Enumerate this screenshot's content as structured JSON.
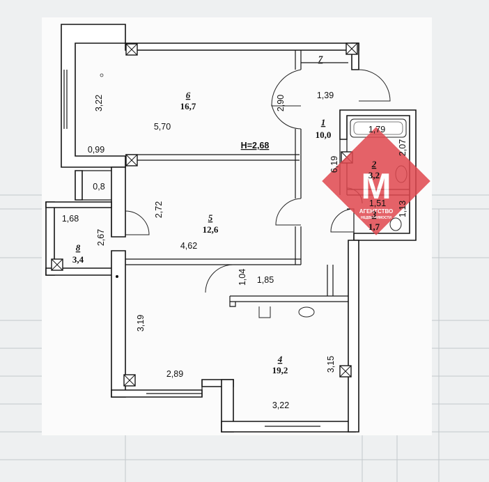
{
  "plan": {
    "ceiling_height": "H=2,68",
    "rooms": [
      {
        "number": "1",
        "area": "10,0"
      },
      {
        "number": "2",
        "area": "3,2"
      },
      {
        "number": "3",
        "area": "1,7"
      },
      {
        "number": "4",
        "area": "19,2"
      },
      {
        "number": "5",
        "area": "12,6"
      },
      {
        "number": "6",
        "area": "16,7"
      },
      {
        "number": "7",
        "area": ""
      },
      {
        "number": "8",
        "area": "3,4"
      }
    ],
    "dimensions": [
      "3,22",
      "5,70",
      "0,99",
      "1,39",
      "2,90",
      "6,19",
      "1,79",
      "2,07",
      "0,8",
      "2,72",
      "4,62",
      "1,68",
      "2,67",
      "1,51",
      "1,13",
      "1,04",
      "1,85",
      "3,19",
      "2,89",
      "3,15",
      "3,22"
    ]
  },
  "watermark": {
    "letter": "M",
    "text": "АГЕНТСТВО",
    "subtext": "НЕДВИЖИМОСТИ",
    "color": "#e0484f"
  },
  "colors": {
    "wall": "#151515",
    "paper": "#ffffff",
    "background": "#eef0f1"
  }
}
